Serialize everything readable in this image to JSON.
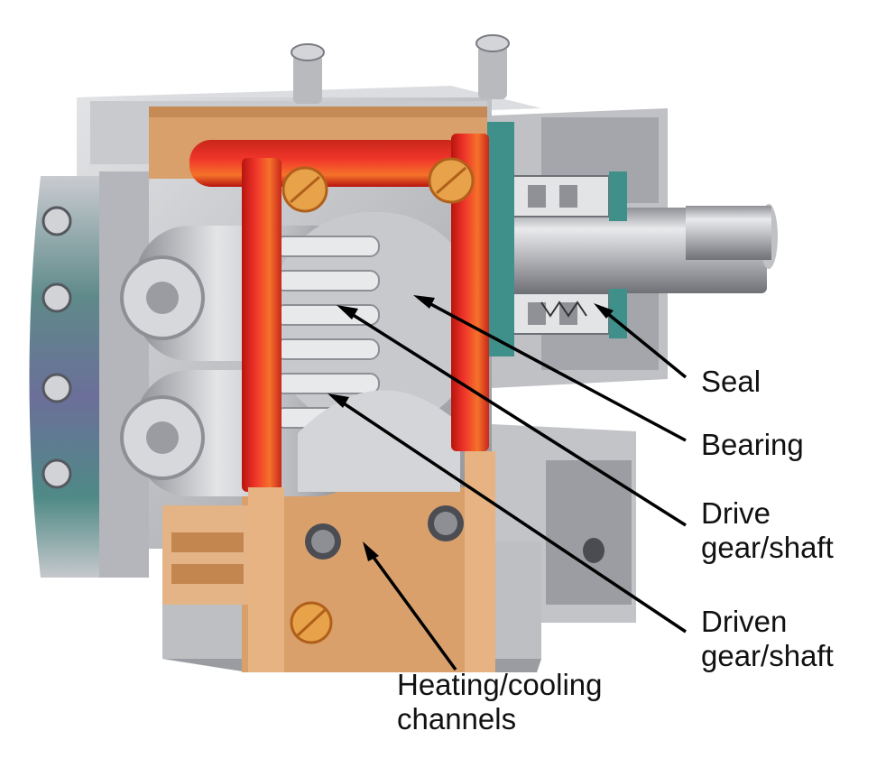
{
  "labels": {
    "seal": "Seal",
    "bearing": "Bearing",
    "drive_line1": "Drive",
    "drive_line2": "gear/shaft",
    "driven_line1": "Driven",
    "driven_line2": "gear/shaft",
    "heating_line1": "Heating/cooling",
    "heating_line2": "channels"
  },
  "colors": {
    "housing_light": "#d6d6d8",
    "housing_mid": "#a9abb0",
    "housing_dark": "#6e7077",
    "cutaway_copper": "#d9a06c",
    "heating_channel_red": "#d9241c",
    "heating_channel_orange": "#f07a2a",
    "seal_teal": "#3f8f8a",
    "background": "#ffffff",
    "leader_line": "#000000"
  }
}
